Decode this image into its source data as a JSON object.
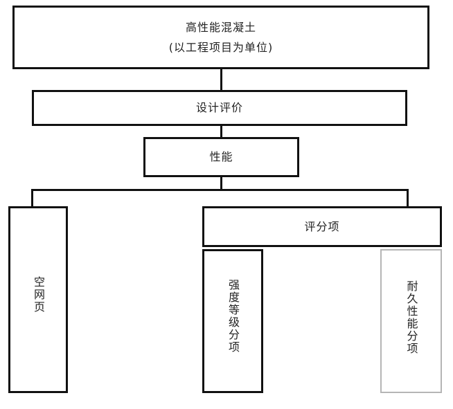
{
  "nodes": {
    "root": {
      "title": "高性能混凝土",
      "subtitle": "(以工程项目为单位)"
    },
    "design_evaluation": {
      "label": "设计评价"
    },
    "performance": {
      "label": "性能"
    },
    "empty_page": {
      "label": "空网页"
    },
    "scoring_items": {
      "label": "评分项"
    },
    "strength_grade": {
      "label": "强度等级分项"
    },
    "durability": {
      "label": "耐久性能分项"
    }
  },
  "colors": {
    "border": "#111111",
    "muted_border": "#b5b5b5",
    "text": "#222222",
    "background": "#ffffff"
  }
}
